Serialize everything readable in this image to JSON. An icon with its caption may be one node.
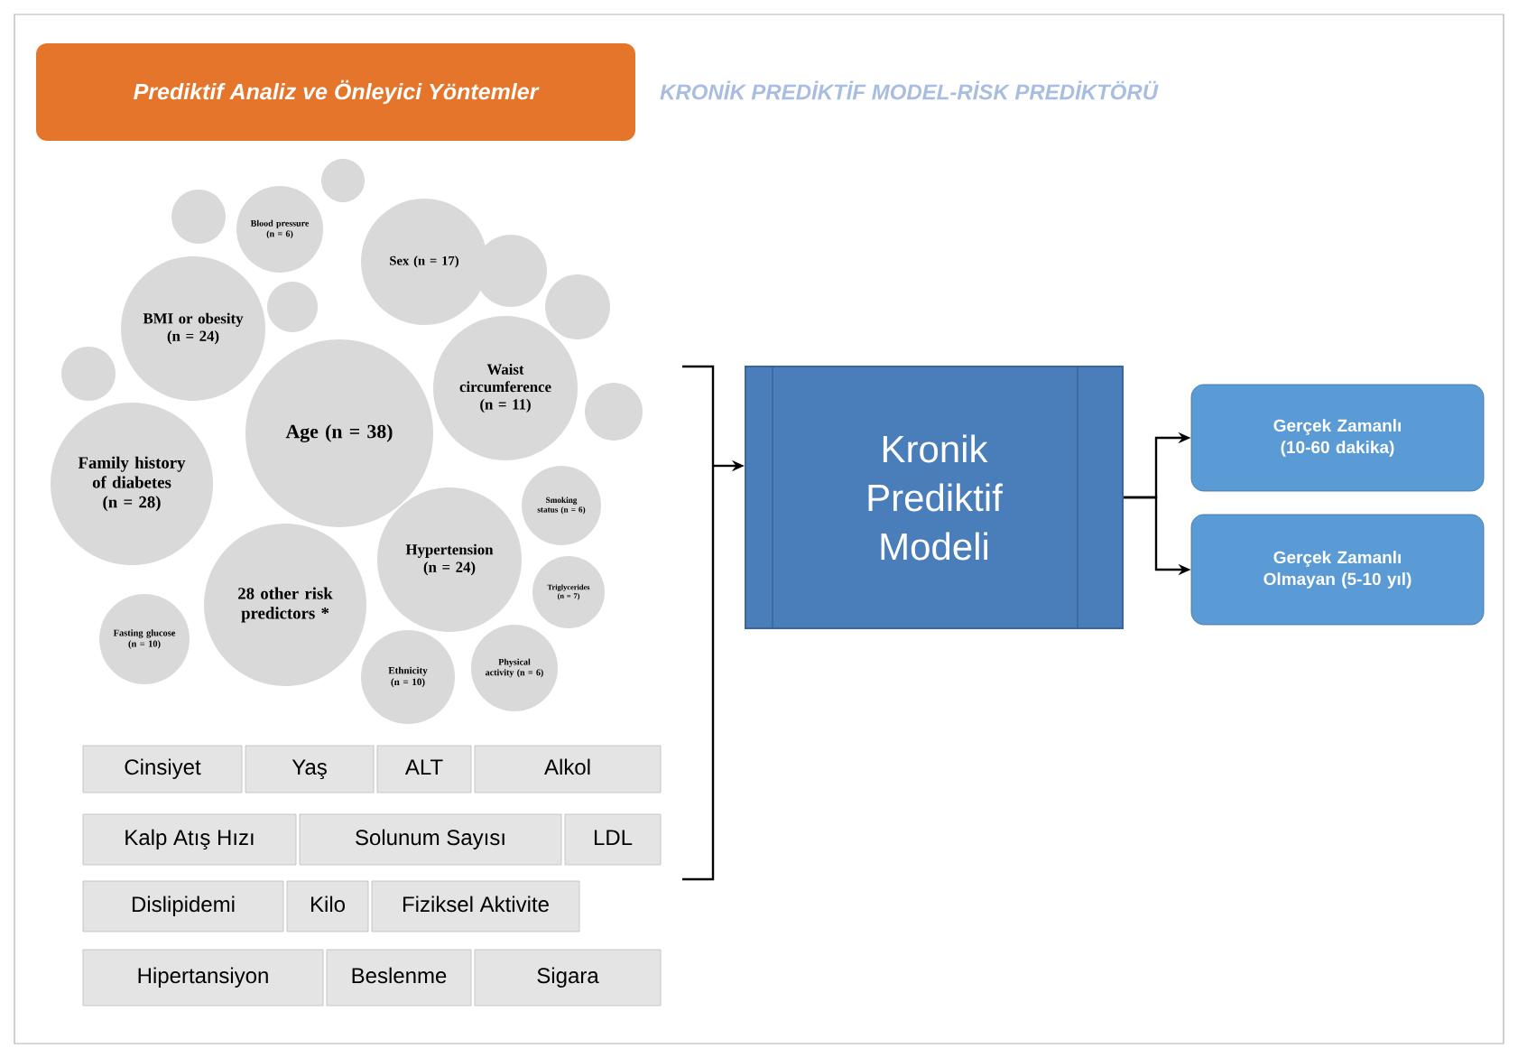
{
  "diagram": {
    "title": "KRONİK PREDİKTİF MODEL-RİSK PREDİKTÖRÜ",
    "nodes": [
      {
        "text": [
          "Prediktif Analiz ve Önleyici Yöntemler"
        ]
      },
      {
        "text": [],
        "shape": "circle"
      },
      {
        "text": [],
        "shape": "circle"
      },
      {
        "text": [
          "Blood pressure (n = 6)"
        ]
      },
      {
        "text": [
          "Sex (n = 17)"
        ]
      },
      {
        "text": [],
        "shape": "circle"
      },
      {
        "text": [],
        "shape": "circle"
      },
      {
        "text": [],
        "shape": "circle"
      },
      {
        "text": [
          "BMI or obesity (n = 24)"
        ]
      },
      {
        "text": [],
        "shape": "circle"
      },
      {
        "text": [
          "Waist circumference (n = 11)"
        ]
      },
      {
        "text": [],
        "shape": "circle"
      },
      {
        "text": [
          "Age (n = 38)"
        ]
      },
      {
        "text": [
          "Family history of diabetes (n = 28)"
        ]
      },
      {
        "text": [
          "Smoking status (n = 6)"
        ]
      },
      {
        "text": [
          "Hypertension (n = 24)"
        ]
      },
      {
        "text": [
          "28 other risk predictors *"
        ]
      },
      {
        "text": [
          "Triglycerides (n = 7)"
        ]
      },
      {
        "text": [
          "Fasting glucose (n = 10)"
        ]
      },
      {
        "text": [
          "Ethnicity (n = 10)"
        ]
      },
      {
        "text": [
          "Physical activity (n = 6)"
        ]
      },
      {
        "text": [
          "Cinsiyet"
        ]
      },
      {
        "text": [
          "Yaş"
        ]
      },
      {
        "text": [
          "ALT"
        ]
      },
      {
        "text": [
          "Alkol"
        ]
      },
      {
        "text": [
          "Kalp Atış Hızı"
        ]
      },
      {
        "text": [
          "Solunum Sayısı"
        ]
      },
      {
        "text": [
          "LDL"
        ]
      },
      {
        "text": [
          "Dislipidemi"
        ]
      },
      {
        "text": [
          "Kilo"
        ]
      },
      {
        "text": [
          "Fiziksel Aktivite"
        ]
      },
      {
        "text": [
          "Hipertansiyon"
        ]
      },
      {
        "text": [
          "Beslenme"
        ]
      },
      {
        "text": [
          "Sigara"
        ]
      },
      {
        "text": [
          "Kronik Prediktif Modeli"
        ]
      },
      {
        "text": [
          "Gerçek Zamanlı (10-60 dakika)"
        ]
      },
      {
        "text": [
          "Gerçek Zamanlı Olmayan (5-10 yıl)"
        ]
      },
      {
        "text": [],
        "shape": "bracket"
      }
    ],
    "edges": [
      {
        "from": 37,
        "to": 34,
        "arrow": "to"
      },
      {
        "from": 34,
        "to": 35,
        "arrow": "to"
      },
      {
        "from": 34,
        "to": 36,
        "arrow": "to"
      }
    ]
  }
}
